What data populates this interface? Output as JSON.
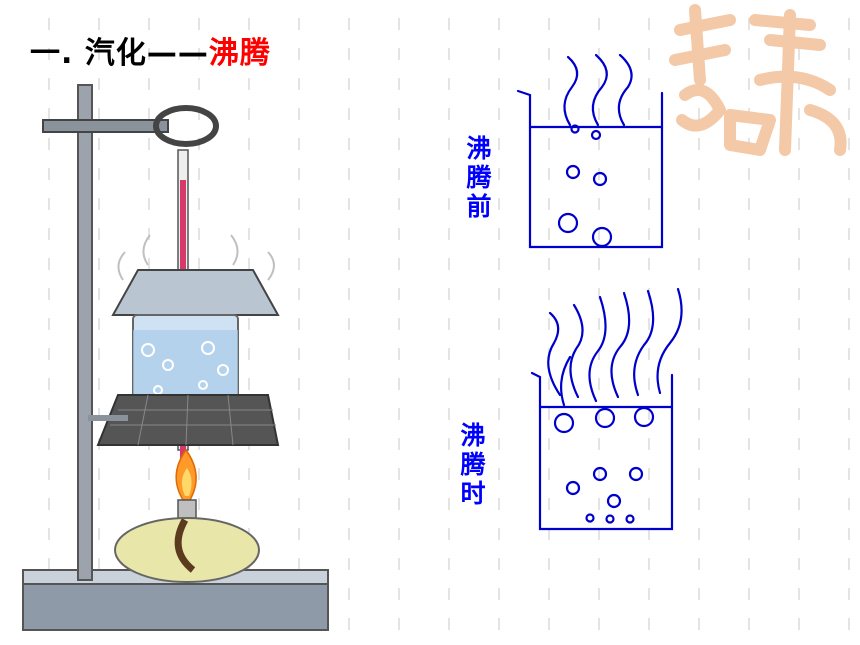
{
  "slide": {
    "title_prefix": "一. 汽化——",
    "title_highlight": "沸腾",
    "label_before": "沸腾前",
    "label_during": "沸腾时"
  },
  "colors": {
    "title": "#000000",
    "highlight": "#ff0000",
    "labels": "#0000ff",
    "drawing": "#0000cc",
    "seal": "#f3c9a8"
  },
  "icons": {
    "apparatus": "boiling-water-apparatus-image",
    "before": "beaker-before-boiling-diagram",
    "during": "beaker-during-boiling-diagram",
    "seal": "decorative-seal"
  }
}
